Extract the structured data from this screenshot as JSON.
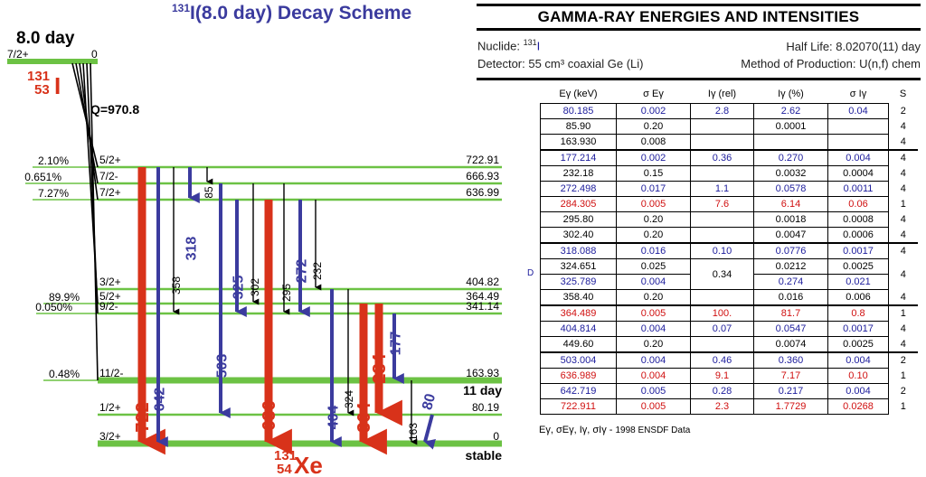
{
  "scheme": {
    "title_mass": "131",
    "title_text": "I(8.0 day) Decay Scheme",
    "parent_halflife": "8.0 day",
    "parent_spin": "7/2+",
    "parent_energy": "0",
    "parent_A": "131",
    "parent_Z": "53",
    "parent_symbol": "I",
    "q_value": "Q=970.8",
    "daughter_A": "131",
    "daughter_Z": "54",
    "daughter_symbol": "Xe",
    "levels": [
      {
        "spin": "5/2+",
        "energy": "722.91",
        "feed": "2.10%"
      },
      {
        "spin": "7/2-",
        "energy": "666.93",
        "feed": "0.651%"
      },
      {
        "spin": "7/2+",
        "energy": "636.99",
        "feed": "7.27%"
      },
      {
        "spin": "3/2+",
        "energy": "404.82",
        "feed": ""
      },
      {
        "spin": "5/2+",
        "energy": "364.49",
        "feed": "89.9%"
      },
      {
        "spin": "9/2-",
        "energy": "341.14",
        "feed": "0.050%"
      },
      {
        "spin": "11/2-",
        "energy": "163.93",
        "feed": "0.48%",
        "tag": "11 day"
      },
      {
        "spin": "1/2+",
        "energy": "80.19",
        "feed": ""
      },
      {
        "spin": "3/2+",
        "energy": "0",
        "feed": "",
        "tag": "stable"
      }
    ],
    "gammas": [
      {
        "label": "722",
        "color": "red"
      },
      {
        "label": "642",
        "color": "blue"
      },
      {
        "label": "358",
        "color": "black"
      },
      {
        "label": "318",
        "color": "blue"
      },
      {
        "label": "85",
        "color": "black"
      },
      {
        "label": "503",
        "color": "blue"
      },
      {
        "label": "325",
        "color": "blue"
      },
      {
        "label": "302",
        "color": "black"
      },
      {
        "label": "636",
        "color": "red"
      },
      {
        "label": "295",
        "color": "black"
      },
      {
        "label": "272",
        "color": "blue"
      },
      {
        "label": "232",
        "color": "black"
      },
      {
        "label": "404",
        "color": "blue"
      },
      {
        "label": "324",
        "color": "black"
      },
      {
        "label": "364",
        "color": "red"
      },
      {
        "label": "284",
        "color": "red"
      },
      {
        "label": "177",
        "color": "blue"
      },
      {
        "label": "163",
        "color": "black"
      },
      {
        "label": "80",
        "color": "blue"
      }
    ],
    "colors": {
      "level": "#6cc244",
      "red": "#d8321a",
      "blue": "#3b3b9e",
      "title": "#3b3b9e"
    }
  },
  "table_header": {
    "title": "GAMMA-RAY ENERGIES AND INTENSITIES",
    "nuclide_label": "Nuclide: ",
    "nuclide_mass": "131",
    "nuclide_symbol": "I",
    "half_life": "Half Life: 8.02070(11) day",
    "detector": "Detector: 55 cm³ coaxial Ge (Li)",
    "method": "Method of Production: U(n,f) chem"
  },
  "table": {
    "columns": [
      "Eγ (keV)",
      "σ Eγ",
      "Iγ (rel)",
      "Iγ (%)",
      "σ Iγ",
      "S"
    ],
    "rows": [
      {
        "c": "blue",
        "cells": [
          "80.185",
          "0.002",
          "2.8",
          "2.62",
          "0.04",
          "2"
        ]
      },
      {
        "c": "black",
        "cells": [
          "85.90",
          "0.20",
          "",
          "0.0001",
          "",
          "4"
        ]
      },
      {
        "c": "black",
        "cells": [
          "163.930",
          "0.008",
          "",
          "",
          "",
          "4"
        ]
      },
      {
        "c": "blue",
        "cells": [
          "177.214",
          "0.002",
          "0.36",
          "0.270",
          "0.004",
          "4"
        ]
      },
      {
        "c": "black",
        "cells": [
          "232.18",
          "0.15",
          "",
          "0.0032",
          "0.0004",
          "4"
        ]
      },
      {
        "c": "blue",
        "cells": [
          "272.498",
          "0.017",
          "1.1",
          "0.0578",
          "0.0011",
          "4"
        ]
      },
      {
        "c": "red",
        "cells": [
          "284.305",
          "0.005",
          "7.6",
          "6.14",
          "0.06",
          "1"
        ]
      },
      {
        "c": "black",
        "cells": [
          "295.80",
          "0.20",
          "",
          "0.0018",
          "0.0008",
          "4"
        ]
      },
      {
        "c": "black",
        "cells": [
          "302.40",
          "0.20",
          "",
          "0.0047",
          "0.0006",
          "4"
        ]
      },
      {
        "c": "blue",
        "cells": [
          "318.088",
          "0.016",
          "0.10",
          "0.0776",
          "0.0017",
          "4"
        ]
      },
      {
        "c": "black",
        "cells": [
          "324.651",
          "0.025",
          "0.34",
          "0.0212",
          "0.0025",
          "4"
        ]
      },
      {
        "c": "blue",
        "cells": [
          "325.789",
          "0.004",
          "",
          "0.274",
          "0.021",
          ""
        ]
      },
      {
        "c": "black",
        "cells": [
          "358.40",
          "0.20",
          "",
          "0.016",
          "0.006",
          "4"
        ]
      },
      {
        "c": "red",
        "cells": [
          "364.489",
          "0.005",
          "100.",
          "81.7",
          "0.8",
          "1"
        ]
      },
      {
        "c": "blue",
        "cells": [
          "404.814",
          "0.004",
          "0.07",
          "0.0547",
          "0.0017",
          "4"
        ]
      },
      {
        "c": "black",
        "cells": [
          "449.60",
          "0.20",
          "",
          "0.0074",
          "0.0025",
          "4"
        ]
      },
      {
        "c": "blue",
        "cells": [
          "503.004",
          "0.004",
          "0.46",
          "0.360",
          "0.004",
          "2"
        ]
      },
      {
        "c": "red",
        "cells": [
          "636.989",
          "0.004",
          "9.1",
          "7.17",
          "0.10",
          "1"
        ]
      },
      {
        "c": "blue",
        "cells": [
          "642.719",
          "0.005",
          "0.28",
          "0.217",
          "0.004",
          "2"
        ]
      },
      {
        "c": "red",
        "cells": [
          "722.911",
          "0.005",
          "2.3",
          "1.7729",
          "0.0268",
          "1"
        ]
      }
    ],
    "doublet_marker": "D",
    "footnote_symbols": "Eγ, σEγ, Iγ, σIγ - ",
    "footnote_source": "1998 ENSDF Data"
  }
}
